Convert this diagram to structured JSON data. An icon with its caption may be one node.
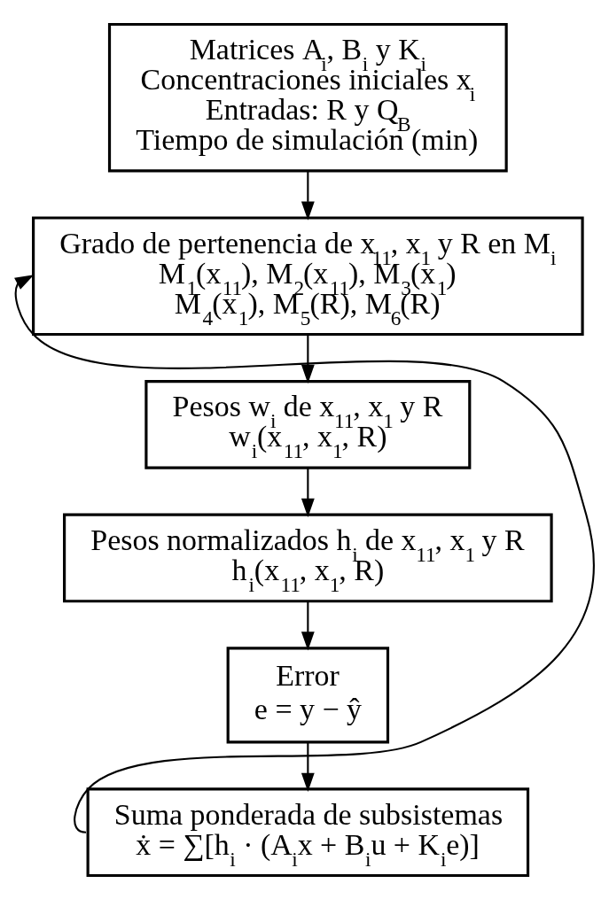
{
  "diagram": {
    "nodes": [
      {
        "text": [
          "Matrices A$_{i}$, B$_{i}$ y K$_{i}$",
          "Concentraciones iniciales x$_{i}$",
          "Entradas: R y Q$_{B}$",
          "Tiempo de simulación (min)"
        ]
      },
      {
        "text": [
          "Grado de pertenencia de x$_{11}$, x$_{1}$ y R en M$_{i}$",
          "M$_{1}$(x$_{11}$), M$_{2}$(x$_{11}$), M$_{3}$(x$_{1}$)",
          "M$_{4}$(x$_{1}$), M$_{5}$(R), M$_{6}$(R)"
        ]
      },
      {
        "text": [
          "Pesos w$_{i}$ de x$_{11}$, x$_{1}$ y R",
          "w$_{i}$(x$_{11}$, x$_{1}$, R)"
        ]
      },
      {
        "text": [
          "Pesos normalizados h$_{i}$ de x$_{11}$, x$_{1}$ y R",
          "h$_{i}$(x$_{11}$, x$_{1}$, R)"
        ]
      },
      {
        "text": [
          "Error",
          "e = y − ŷ"
        ]
      },
      {
        "text": [
          "Suma ponderada de subsistemas",
          "ẋ = ∑[h$_{i}$ · (A$_{i}$x + B$_{i}$u + K$_{i}$e)]"
        ]
      }
    ],
    "edges": [
      {
        "from": 0,
        "to": 1,
        "arrow": "to"
      },
      {
        "from": 1,
        "to": 2,
        "arrow": "to"
      },
      {
        "from": 2,
        "to": 3,
        "arrow": "to"
      },
      {
        "from": 3,
        "to": 4,
        "arrow": "to"
      },
      {
        "from": 4,
        "to": 5,
        "arrow": "to"
      },
      {
        "from": 5,
        "to": 1,
        "arrow": "to"
      }
    ]
  }
}
